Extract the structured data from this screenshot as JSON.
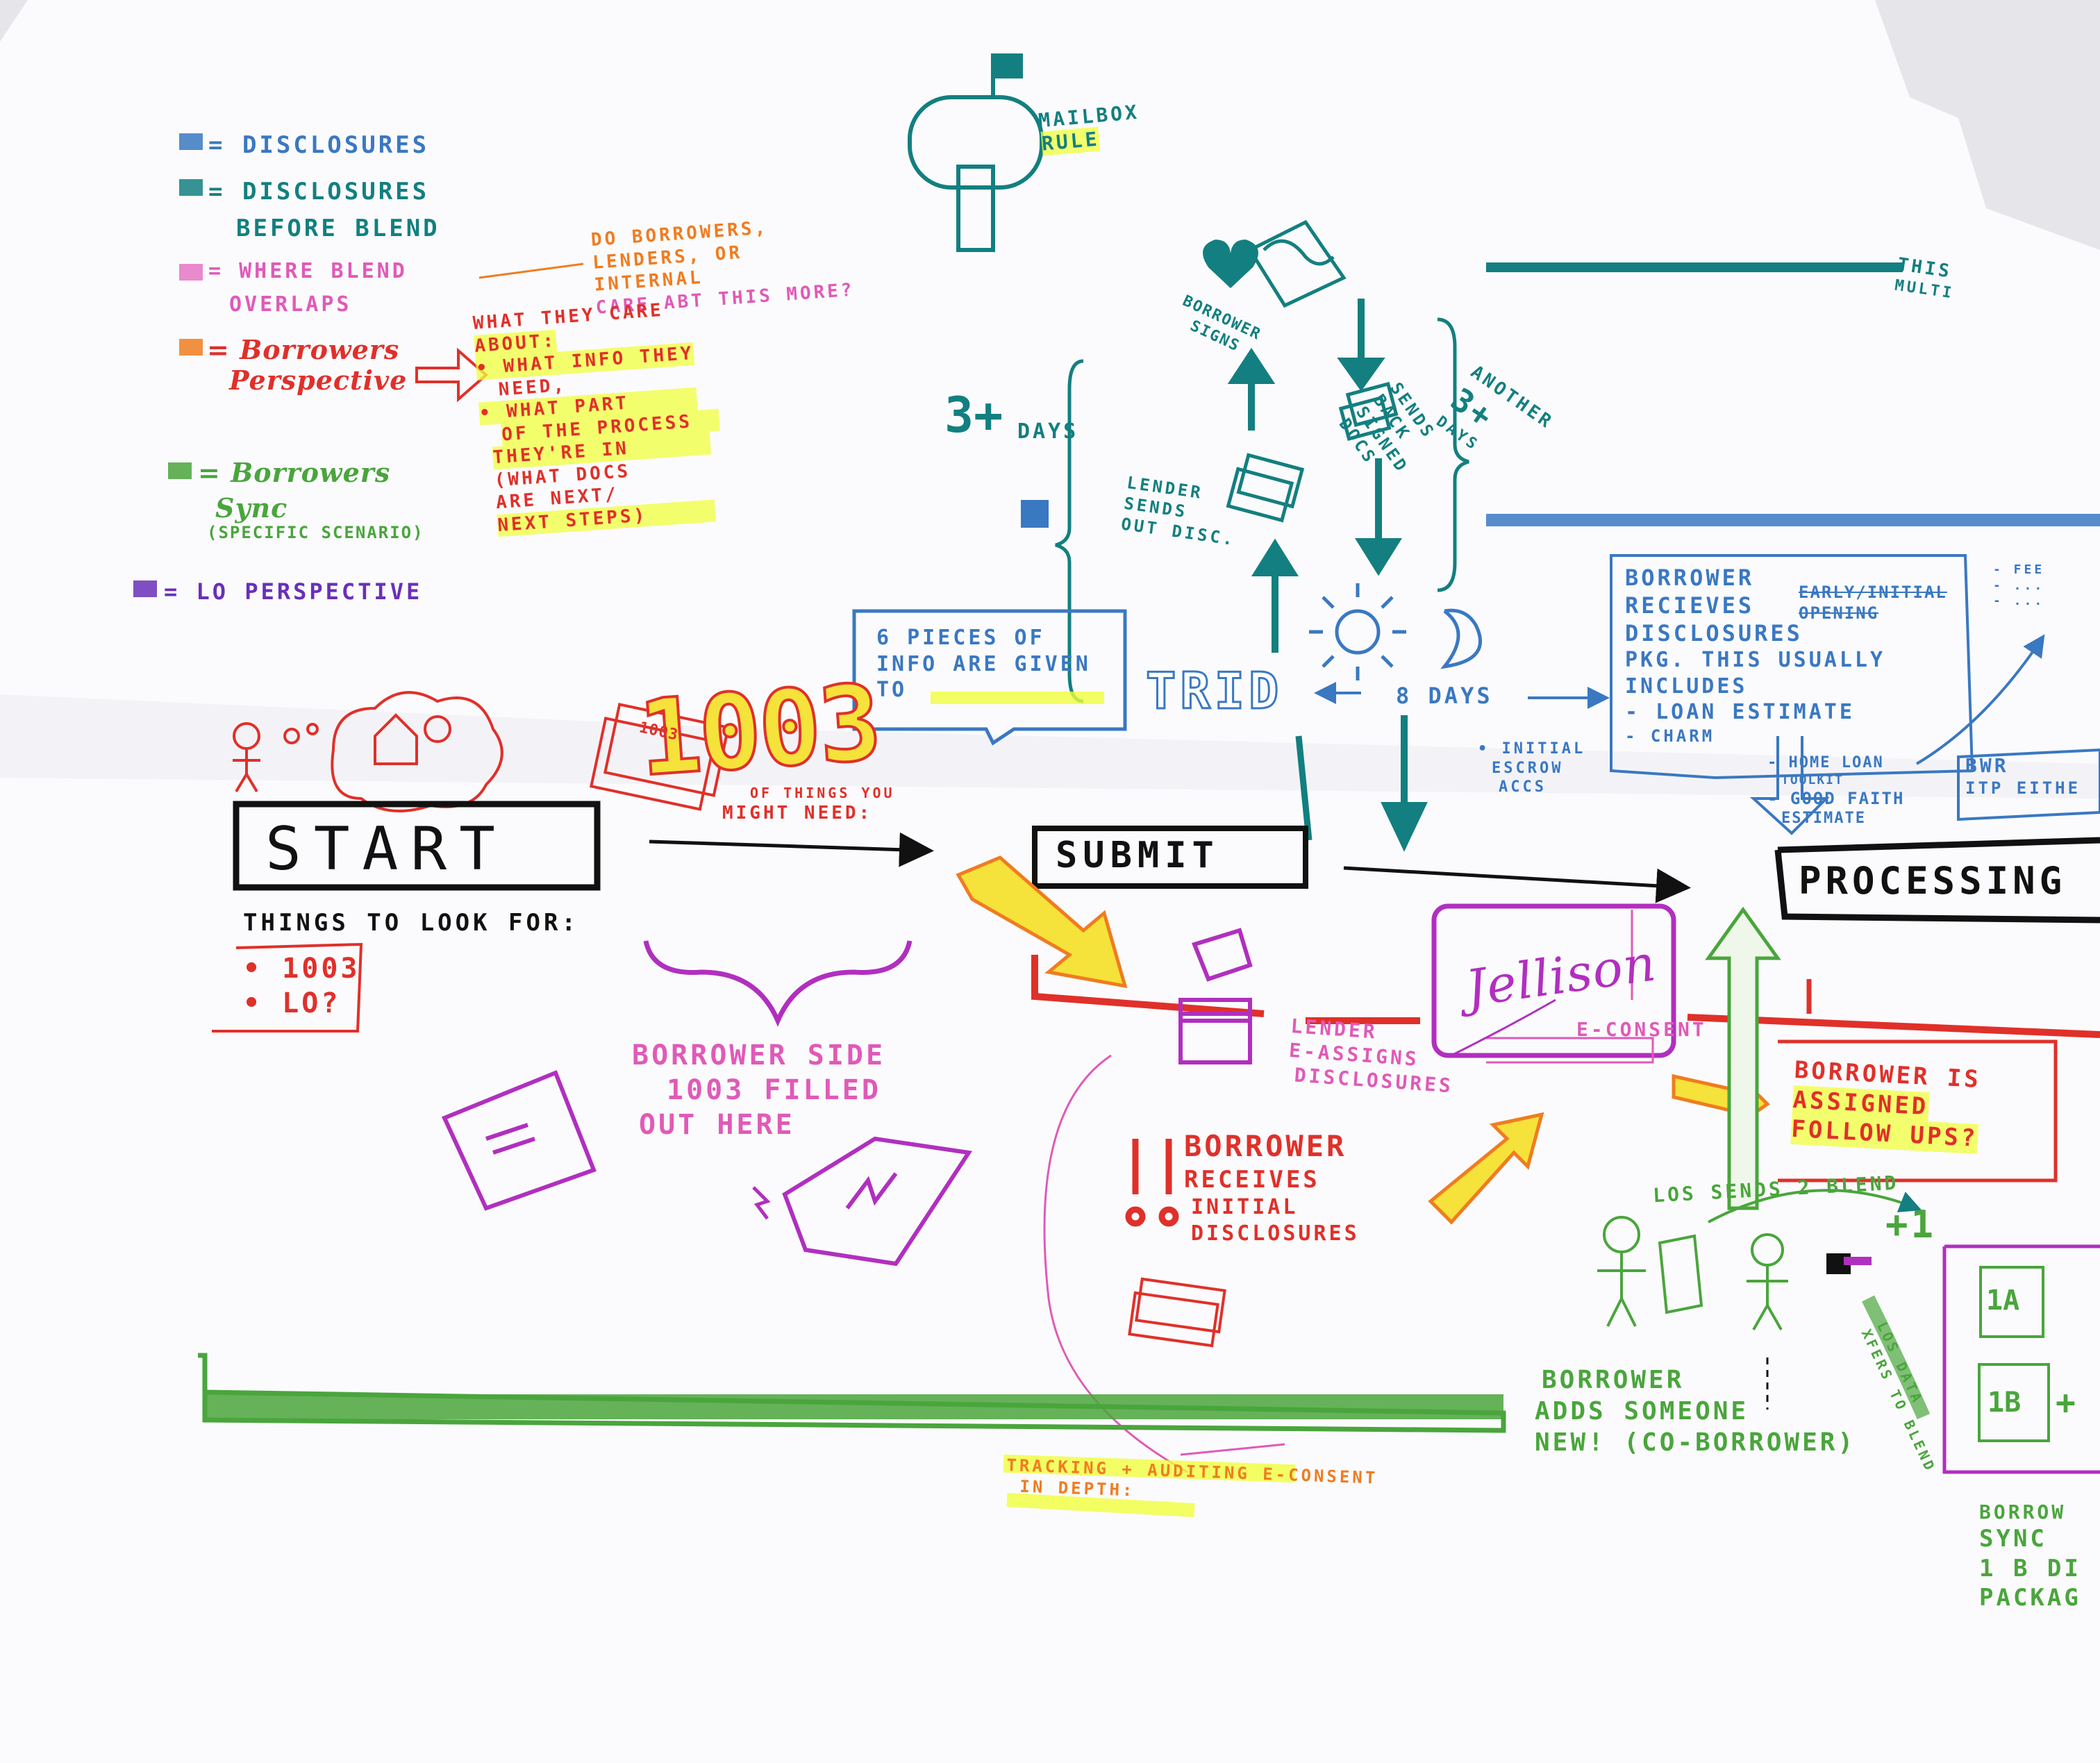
{
  "colors": {
    "teal": "#137f80",
    "blue": "#3a78c2",
    "red": "#e0302a",
    "orange": "#f07c20",
    "yellow": "#f5e23a",
    "magenta": "#b12fbf",
    "pink": "#e05ab8",
    "green": "#4aa53c",
    "purple": "#6a2fb8",
    "black": "#111111",
    "paper": "#fbfbfd",
    "highlight": "#f0ff3c"
  },
  "legend": [
    {
      "color": "teal",
      "text": "= DISCLOSURES"
    },
    {
      "color": "teal",
      "text": "= DISCLOSURES"
    },
    {
      "color": "teal",
      "text": "BEFORE BLEND"
    },
    {
      "color": "pink",
      "text": "= WHERE BLEND"
    },
    {
      "color": "pink",
      "text": "OVERLAPS"
    },
    {
      "color": "red",
      "text": "= Borrowers"
    },
    {
      "color": "red",
      "text": "Perspective"
    },
    {
      "color": "green",
      "text": "= Borrowers"
    },
    {
      "color": "green",
      "text": "Sync"
    },
    {
      "color": "green",
      "text": "(SPECIFIC SCENARIO)"
    },
    {
      "color": "purple",
      "text": "= LO PERSPECTIVE"
    }
  ],
  "notes": {
    "do_borrowers": [
      "DO BORROWERS,",
      "LENDERS, OR",
      "INTERNAL",
      "CARE ABT THIS MORE?"
    ],
    "what_they_care": [
      "WHAT THEY CARE",
      "ABOUT:",
      "• WHAT INFO THEY",
      "NEED,",
      "• WHAT PART",
      "OF THE PROCESS",
      "THEY'RE IN",
      "(WHAT DOCS",
      "ARE NEXT/",
      "NEXT STEPS)"
    ],
    "mailbox_rule": [
      "MAILBOX",
      "RULE"
    ],
    "borrower_signs": [
      "BORROWER",
      "SIGNS"
    ],
    "sends_back": [
      "SENDS",
      "BACK",
      "SIGNED",
      "DOCS"
    ],
    "another_days": [
      "ANOTHER",
      "3+",
      "DAYS"
    ],
    "three_days": "3+",
    "days_word": "DAYS",
    "lender_sends": [
      "LENDER",
      "SENDS",
      "OUT DISC."
    ],
    "six_pieces": [
      "6 PIECES OF",
      "INFO ARE GIVEN",
      "TO"
    ],
    "trid": "TRID",
    "eight_days": "8 DAYS",
    "initial_escrow": [
      "• INITIAL",
      "ESCROW",
      "ACCS"
    ],
    "this_multi": [
      "THIS",
      "MULTI"
    ],
    "borrower_receives": [
      "BORROWER",
      "RECIEVES",
      "DISCLOSURES",
      "PKG. THIS USUALLY",
      "INCLUDES",
      "- LOAN ESTIMATE",
      "- CHARM"
    ],
    "early_initial": "EARLY/INITIAL",
    "opening": "OPENING",
    "home_loan": [
      "- HOME LOAN",
      "TOOLKIT",
      "- GOOD FAITH",
      "ESTIMATE"
    ],
    "bwr": [
      "BWR",
      "ITP EITHE"
    ],
    "fee_list": [
      "- FEE",
      "- ...",
      "- ..."
    ],
    "things_you_might": [
      "OF THINGS YOU",
      "MIGHT NEED:"
    ],
    "form_1003": "1003",
    "form_1003_small": "1003",
    "things_to_look": "THINGS TO LOOK FOR:",
    "look_list": [
      "• 1003",
      "• LO?"
    ],
    "borrower_side": [
      "BORROWER SIDE",
      "1003 FILLED",
      "OUT HERE"
    ],
    "lender_eassigns": [
      "LENDER",
      "E-ASSIGNS",
      "DISCLOSURES"
    ],
    "econsent": "E-CONSENT",
    "borrower_receives_initial": [
      "BORROWER",
      "RECEIVES",
      "INITIAL",
      "DISCLOSURES"
    ],
    "borrower_assigned": [
      "BORROWER IS",
      "ASSIGNED",
      "FOLLOW UPS?"
    ],
    "los_sends": "LOS SENDS 2 BLEND",
    "los_data": [
      "LOS DATA",
      "XFERS TO BLEND"
    ],
    "plus_one": "+1",
    "borrower_adds": [
      "BORROWER",
      "ADDS SOMEONE",
      "NEW! (CO-BORROWER)"
    ],
    "tracking": [
      "TRACKING + AUDITING E-CONSENT",
      "IN DEPTH:"
    ],
    "borrower_sync": [
      "BORROW",
      "SYNC",
      "1 B DI",
      "PACKAG"
    ],
    "doc_a": "1A",
    "doc_b": "1B",
    "plus": "+"
  },
  "steps": {
    "start": "START",
    "submit": "SUBMIT",
    "processing": "PROCESSING"
  },
  "signature": "Jellison"
}
